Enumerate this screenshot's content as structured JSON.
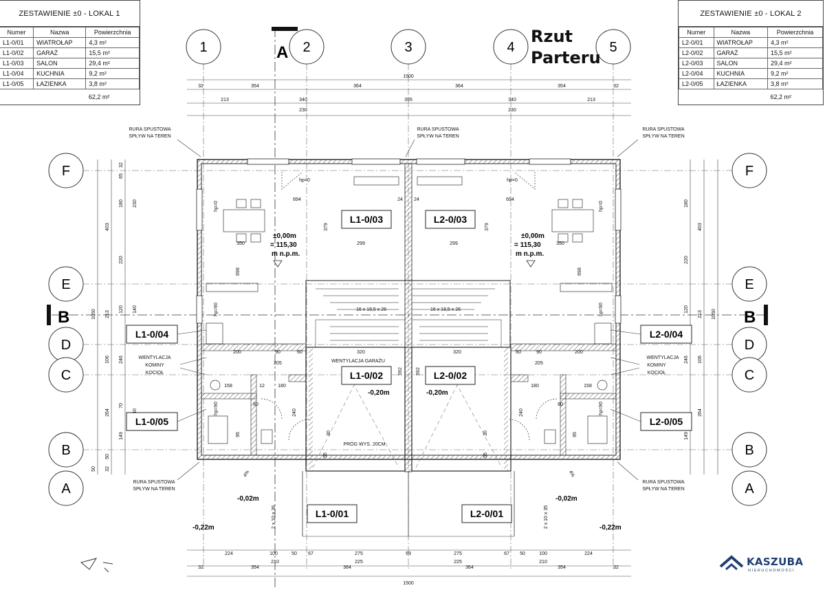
{
  "heading": {
    "line1": "Rzut",
    "line2": "Parteru"
  },
  "section_marks": {
    "a": "A",
    "b_left": "B",
    "b_right": "B"
  },
  "tables": [
    {
      "title": "ZESTAWIENIE ±0 - LOKAL 1",
      "headers": [
        "Numer",
        "Nazwa",
        "Powierzchnia"
      ],
      "rows": [
        [
          "L1-0/01",
          "WIATROŁAP",
          "4,3 m²"
        ],
        [
          "L1-0/02",
          "GARAŻ",
          "15,5 m²"
        ],
        [
          "L1-0/03",
          "SALON",
          "29,4 m²"
        ],
        [
          "L1-0/04",
          "KUCHNIA",
          "9,2 m²"
        ],
        [
          "L1-0/05",
          "ŁAZIENKA",
          "3,8 m²"
        ]
      ],
      "total": "62,2 m²"
    },
    {
      "title": "ZESTAWIENIE ±0 - LOKAL 2",
      "headers": [
        "Numer",
        "Nazwa",
        "Powierzchnia"
      ],
      "rows": [
        [
          "L2-0/01",
          "WIATROŁAP",
          "4,3 m²"
        ],
        [
          "L2-0/02",
          "GARAŻ",
          "15,5 m²"
        ],
        [
          "L2-0/03",
          "SALON",
          "29,4 m²"
        ],
        [
          "L2-0/04",
          "KUCHNIA",
          "9,2 m²"
        ],
        [
          "L2-0/05",
          "ŁAZIENKA",
          "3,8 m²"
        ]
      ],
      "total": "62,2 m²"
    }
  ],
  "axes_vertical": [
    "1",
    "2",
    "3",
    "4",
    "5"
  ],
  "axes_horizontal": [
    "F",
    "E",
    "D",
    "C",
    "B",
    "A"
  ],
  "dims": {
    "top_total": "1500",
    "top_row1": [
      "32",
      "354",
      "364",
      "364",
      "354",
      "32"
    ],
    "top_row2": [
      "213",
      "340",
      "395",
      "340",
      "213"
    ],
    "top_row2b": [
      "230",
      "230"
    ],
    "bottom_row1": [
      "224",
      "100",
      "50",
      "67",
      "275",
      "69",
      "275",
      "67",
      "50",
      "100",
      "224"
    ],
    "bottom_row2": [
      "32",
      "354",
      "210",
      "364",
      "225",
      "225",
      "364",
      "210",
      "354",
      "32"
    ],
    "bottom_total": "1500",
    "left_total": "1050",
    "left_outer": [
      "403",
      "213",
      "106",
      "264"
    ],
    "left_inner": [
      "32",
      "65",
      "180",
      "230",
      "220",
      "120",
      "140",
      "246",
      "70",
      "140",
      "149",
      "50",
      "32",
      "50"
    ],
    "interior": [
      "694",
      "694",
      "379",
      "379",
      "299",
      "299",
      "350",
      "350",
      "698",
      "698",
      "320",
      "320",
      "592",
      "592",
      "24",
      "24",
      "200",
      "200",
      "205",
      "205",
      "90",
      "90",
      "60",
      "60",
      "158",
      "158",
      "12",
      "180",
      "180",
      "80",
      "80",
      "95",
      "95",
      "240",
      "240",
      "30",
      "30",
      "55",
      "55"
    ]
  },
  "rooms": [
    {
      "id": "L1-0/03"
    },
    {
      "id": "L2-0/03"
    },
    {
      "id": "L1-0/04"
    },
    {
      "id": "L2-0/04"
    },
    {
      "id": "L1-0/02"
    },
    {
      "id": "L2-0/02"
    },
    {
      "id": "L1-0/05"
    },
    {
      "id": "L2-0/05"
    },
    {
      "id": "L1-0/01"
    },
    {
      "id": "L2-0/01"
    }
  ],
  "levels": {
    "zero_l1": [
      "±0,00m",
      "= 115,30",
      "m n.p.m."
    ],
    "zero_l2": [
      "±0,00m",
      "= 115,30",
      "m n.p.m."
    ],
    "garage_l1": "-0,20m",
    "garage_l2": "-0,20m",
    "entry_l1": "-0,02m",
    "entry_l2": "-0,02m",
    "outside_l": "-0,22m",
    "outside_r": "-0,22m"
  },
  "annotations": {
    "downpipe": [
      "RURA SPUSTOWA",
      "SPŁYW NA TEREN"
    ],
    "vent_left": [
      "WENTYLACJA",
      "KOMINY",
      "KOCIOŁ"
    ],
    "vent_right": [
      "WENTYLACJA",
      "KOMINY",
      "KOCIOŁ"
    ],
    "vent_garage": "WENTYLACJA GARAŻU",
    "stairs": "16 x 18,5 x 26",
    "threshold": "PRÓG WYS. 20CM",
    "steps": "2 x 10 x 36",
    "steps_r": "2 x 10 x 35",
    "hp0": "hp=0",
    "hp90": "hp=90",
    "slope": "4%"
  },
  "logo": {
    "name": "KASZUBA",
    "sub": "NIERUCHOMOŚCI",
    "color": "#1f3f74"
  }
}
